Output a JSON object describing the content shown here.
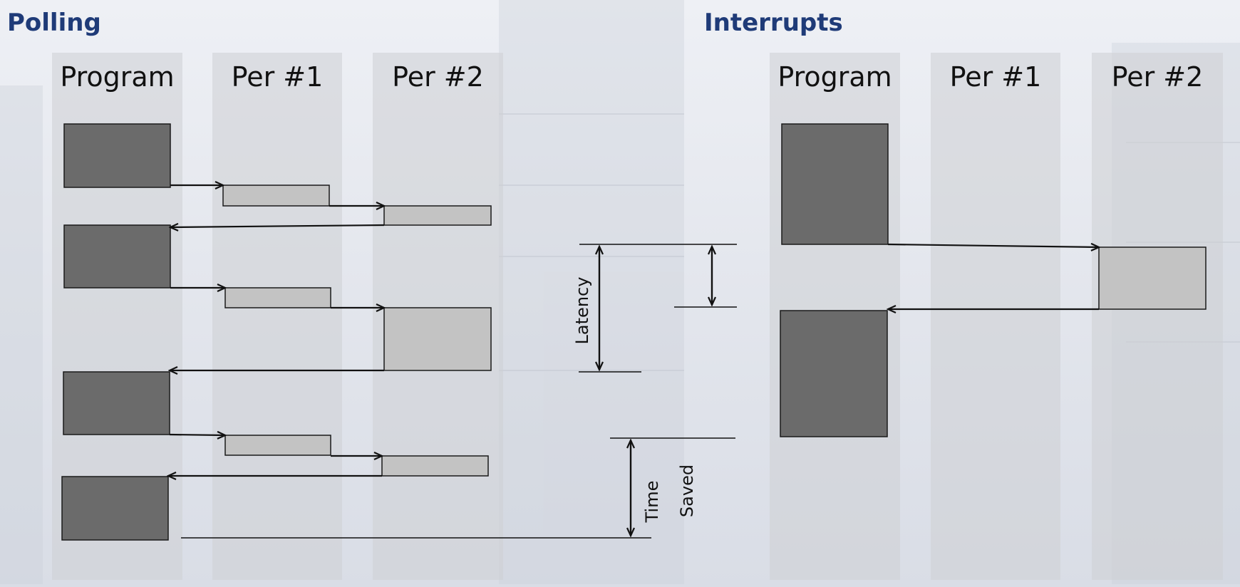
{
  "polling": {
    "title": "Polling",
    "lanes": [
      "Program",
      "Per #1",
      "Per #2"
    ]
  },
  "interrupts": {
    "title": "Interrupts",
    "lanes": [
      "Program",
      "Per #1",
      "Per #2"
    ]
  },
  "annotations": {
    "latency": "Latency",
    "time_saved_line1": "Time",
    "time_saved_line2": "Saved"
  },
  "colors": {
    "program_block": "#6b6b6b",
    "peripheral_block": "#c3c3c3",
    "block_border": "#1a1a1a",
    "title": "#1f3b78"
  }
}
